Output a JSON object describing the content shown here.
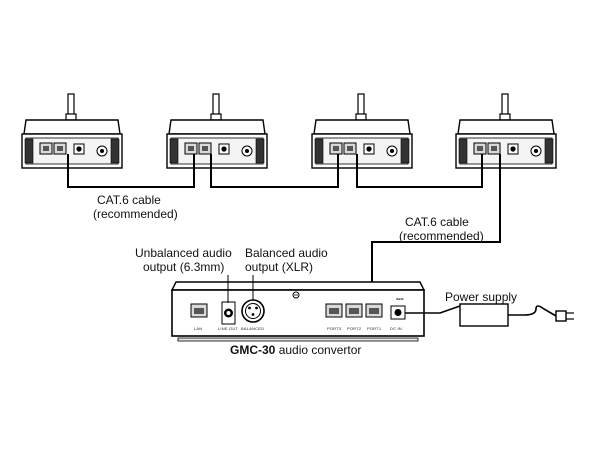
{
  "labels": {
    "cable_left_line1": "CAT.6 cable",
    "cable_left_line2": "(recommended)",
    "cable_right_line1": "CAT.6 cable",
    "cable_right_line2": "(recommended)",
    "unbalanced_line1": "Unbalanced audio",
    "unbalanced_line2": "output (6.3mm)",
    "balanced_line1": "Balanced audio",
    "balanced_line2": "output (XLR)",
    "power_supply": "Power supply",
    "device_name": "GMC-30",
    "device_suffix": "audio convertor"
  },
  "panel_text": {
    "lan": "LAN",
    "line_out": "LINE OUT",
    "balanced": "BALANCED",
    "port3": "PORT3",
    "port2": "PORT2",
    "port1": "PORT1",
    "dc_in": "DC IN"
  },
  "colors": {
    "line": "#000000",
    "device_fill": "#ffffff",
    "port_fill": "#d9d9d9",
    "panel_shade": "#efefef"
  }
}
